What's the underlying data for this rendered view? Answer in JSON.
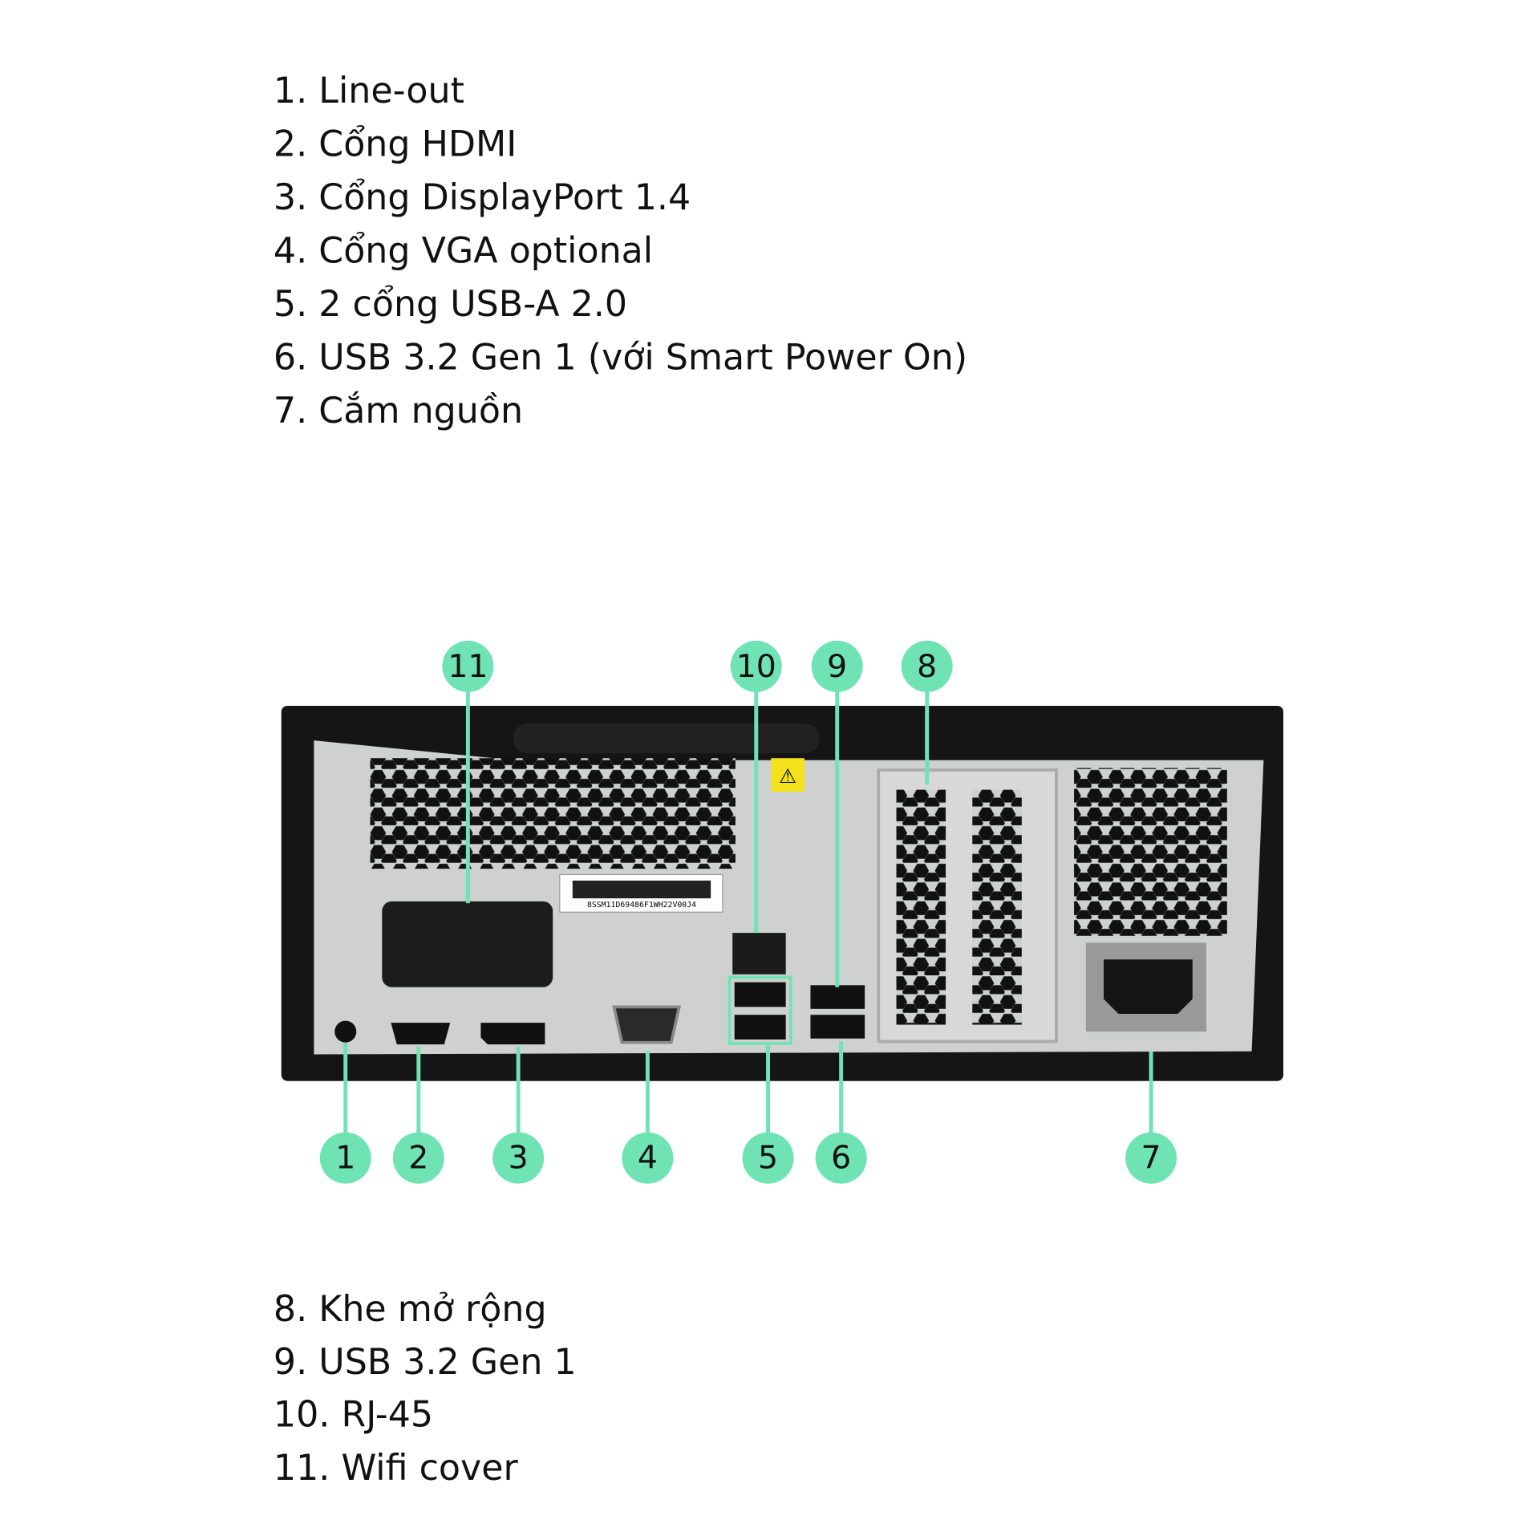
{
  "accent_color": "#6fe3b4",
  "legend_top": [
    "1. Line-out",
    "2. Cổng HDMI",
    "3. Cổng DisplayPort 1.4",
    "4. Cổng VGA optional",
    "5. 2 cổng USB-A 2.0",
    "6. USB 3.2 Gen 1 (với Smart Power On)",
    "7. Cắm nguồn"
  ],
  "legend_bottom": [
    "8. Khe mở rộng",
    "9. USB 3.2 Gen 1",
    "10. RJ-45",
    "11. Wifi cover"
  ],
  "callouts": {
    "c1": "1",
    "c2": "2",
    "c3": "3",
    "c4": "4",
    "c5": "5",
    "c6": "6",
    "c7": "7",
    "c8": "8",
    "c9": "9",
    "c10": "10",
    "c11": "11"
  },
  "barcode_text": "8SSM11D69486F1WH22V00J4"
}
